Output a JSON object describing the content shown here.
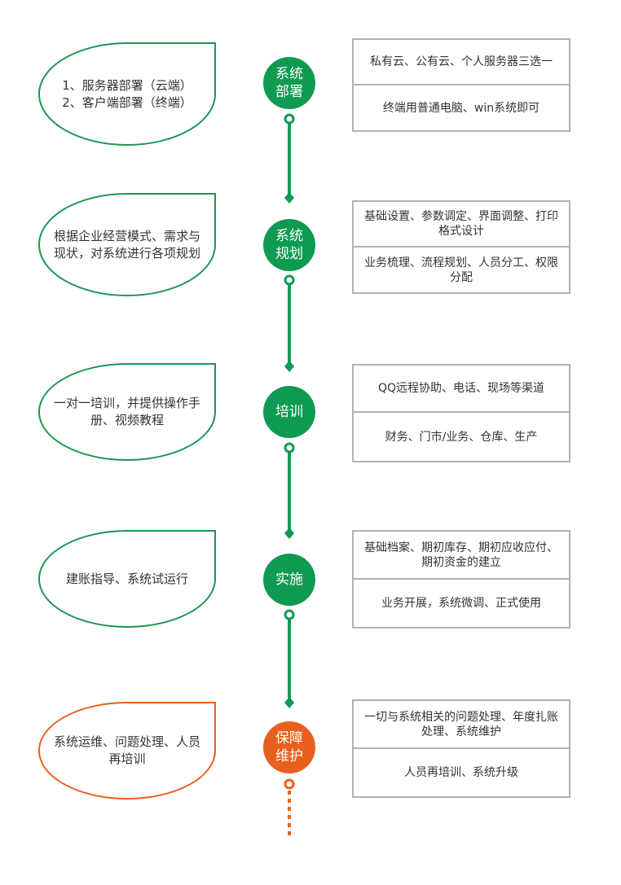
{
  "colors": {
    "accent_green": "#0f9a52",
    "accent_orange": "#e8601c",
    "box_border": "#b3b3b3"
  },
  "stages": [
    {
      "label": "系统\n部署",
      "color": "green",
      "description": "1、服务器部署（云端）\n2、客户端部署（终端）",
      "details": [
        "私有云、公有云、个人服务器三选一",
        "终端用普通电脑、win系统即可"
      ]
    },
    {
      "label": "系统\n规划",
      "color": "green",
      "description": "根据企业经营模式、需求与现状，对系统进行各项规划",
      "details": [
        "基础设置、参数调定、界面调整、打印格式设计",
        "业务梳理、流程规划、人员分工、权限分配"
      ]
    },
    {
      "label": "培训",
      "color": "green",
      "description": "一对一培训，并提供操作手册、视频教程",
      "details": [
        "QQ远程协助、电话、现场等渠道",
        "财务、门市/业务、仓库、生产"
      ]
    },
    {
      "label": "实施",
      "color": "green",
      "description": "建账指导、系统试运行",
      "details": [
        "基础档案、期初库存、期初应收应付、期初资金的建立",
        "业务开展，系统微调、正式使用"
      ]
    },
    {
      "label": "保障\n维护",
      "color": "orange",
      "description": "系统运维、问题处理、人员再培训",
      "details": [
        "一切与系统相关的问题处理、年度扎账处理、系统维护",
        "人员再培训、系统升级"
      ]
    }
  ]
}
